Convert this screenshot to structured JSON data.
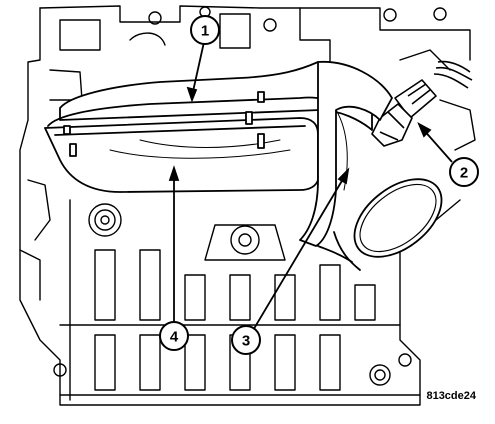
{
  "callouts": [
    {
      "id": "1",
      "label": "1"
    },
    {
      "id": "2",
      "label": "2"
    },
    {
      "id": "3",
      "label": "3"
    },
    {
      "id": "4",
      "label": "4"
    }
  ],
  "figure_code": "813cde24",
  "colors": {
    "ink": "#000000",
    "background": "#ffffff"
  }
}
